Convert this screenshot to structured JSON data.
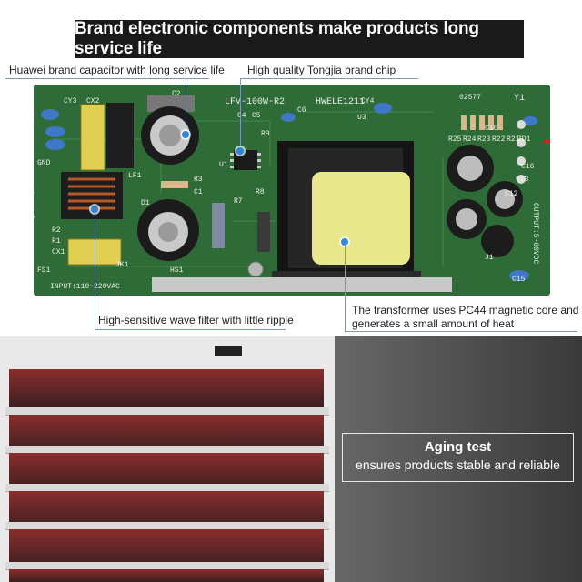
{
  "banner": {
    "title": "Brand electronic components make products long service life"
  },
  "callouts": {
    "capacitor": "Huawei brand capacitor with long service life",
    "chip": "High quality Tongjia brand chip",
    "filter": "High-sensitive wave filter with little ripple",
    "transformer_line1": "The transformer uses PC44 magnetic core and",
    "transformer_line2": "generates a small amount of heat"
  },
  "board": {
    "model": "LFV-100W-R2",
    "code": "HWELE1211",
    "serial": "02577",
    "input": "INPUT:110~220VAC",
    "output": "OUTPUT:5~60VDC",
    "labels": [
      "CY3",
      "CX2",
      "C2",
      "CY4",
      "LF1",
      "R3",
      "C1",
      "D1",
      "HS1",
      "R1",
      "R2",
      "CX1",
      "JK1",
      "R7",
      "R8",
      "U1",
      "U3",
      "C4",
      "C5",
      "R9",
      "C6",
      "R25",
      "R24",
      "R23",
      "R22",
      "R21",
      "C10",
      "C12",
      "C13",
      "C15",
      "C16",
      "Y1",
      "J1",
      "GND",
      "FS1",
      "ZD1"
    ]
  },
  "aging": {
    "title": "Aging test",
    "subtitle": "ensures products stable and reliable"
  },
  "colors": {
    "pcb": "#2f6b37",
    "banner": "#1a1a1a",
    "accent_dot": "#2f86d8",
    "shelf_glow": "#8b2d2d"
  }
}
